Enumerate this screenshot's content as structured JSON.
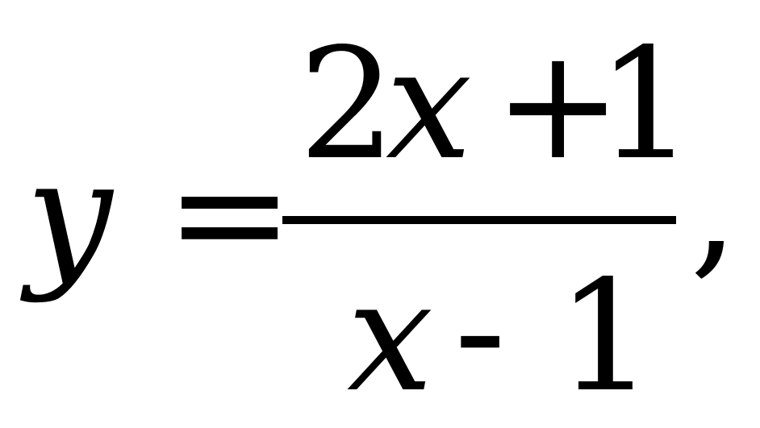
{
  "formula": {
    "lhs_variable": "y",
    "equals": "=",
    "numerator": {
      "coefficient": "2",
      "variable": "x",
      "operator": "+",
      "constant": "1"
    },
    "denominator": {
      "variable": "x",
      "operator": "-",
      "constant": "1"
    },
    "trailing_punctuation": ","
  },
  "colors": {
    "ink": "#000000",
    "background": "#ffffff"
  }
}
